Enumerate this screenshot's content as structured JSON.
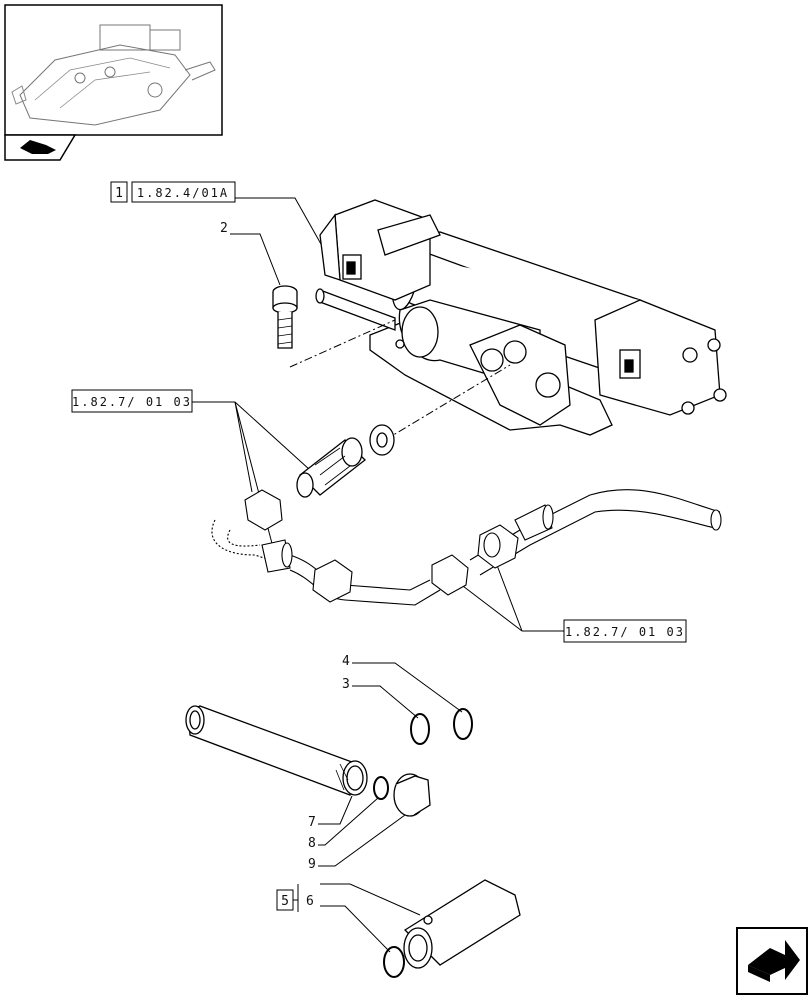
{
  "thumbnail": {
    "description_icon": "assembly-thumbnail"
  },
  "references": {
    "box_1_num": "1",
    "box_1_ref": "1.82.4/01A",
    "box_upper_ref": "1.82.7/ 01 03",
    "box_lower_ref": "1.82.7/ 01 03",
    "box_5_num": "5"
  },
  "labels": {
    "p2": "2",
    "p3": "3",
    "p4": "4",
    "p6": "6",
    "p7": "7",
    "p8": "8",
    "p9": "9"
  },
  "icons": {
    "nav_top": "hand-pointer-icon",
    "nav_bottom": "next-page-arrow-icon"
  }
}
